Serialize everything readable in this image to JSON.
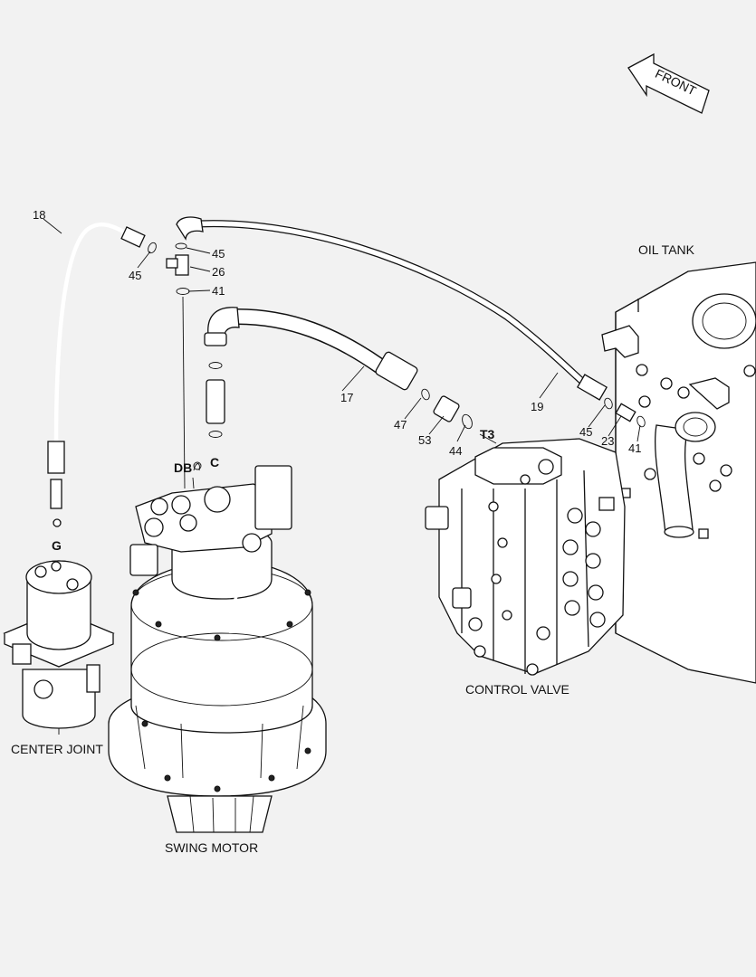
{
  "components": {
    "oil_tank": "OIL TANK",
    "control_valve": "CONTROL VALVE",
    "center_joint": "CENTER JOINT",
    "swing_motor": "SWING MOTOR"
  },
  "direction": "FRONT",
  "ports": {
    "db": "DB",
    "c": "C",
    "g": "G",
    "t3": "T3"
  },
  "callouts": {
    "c18": "18",
    "c45a": "45",
    "c45b": "45",
    "c26": "26",
    "c41a": "41",
    "c17": "17",
    "c19": "19",
    "c47": "47",
    "c53": "53",
    "c44": "44",
    "c45c": "45",
    "c23": "23",
    "c41b": "41"
  }
}
